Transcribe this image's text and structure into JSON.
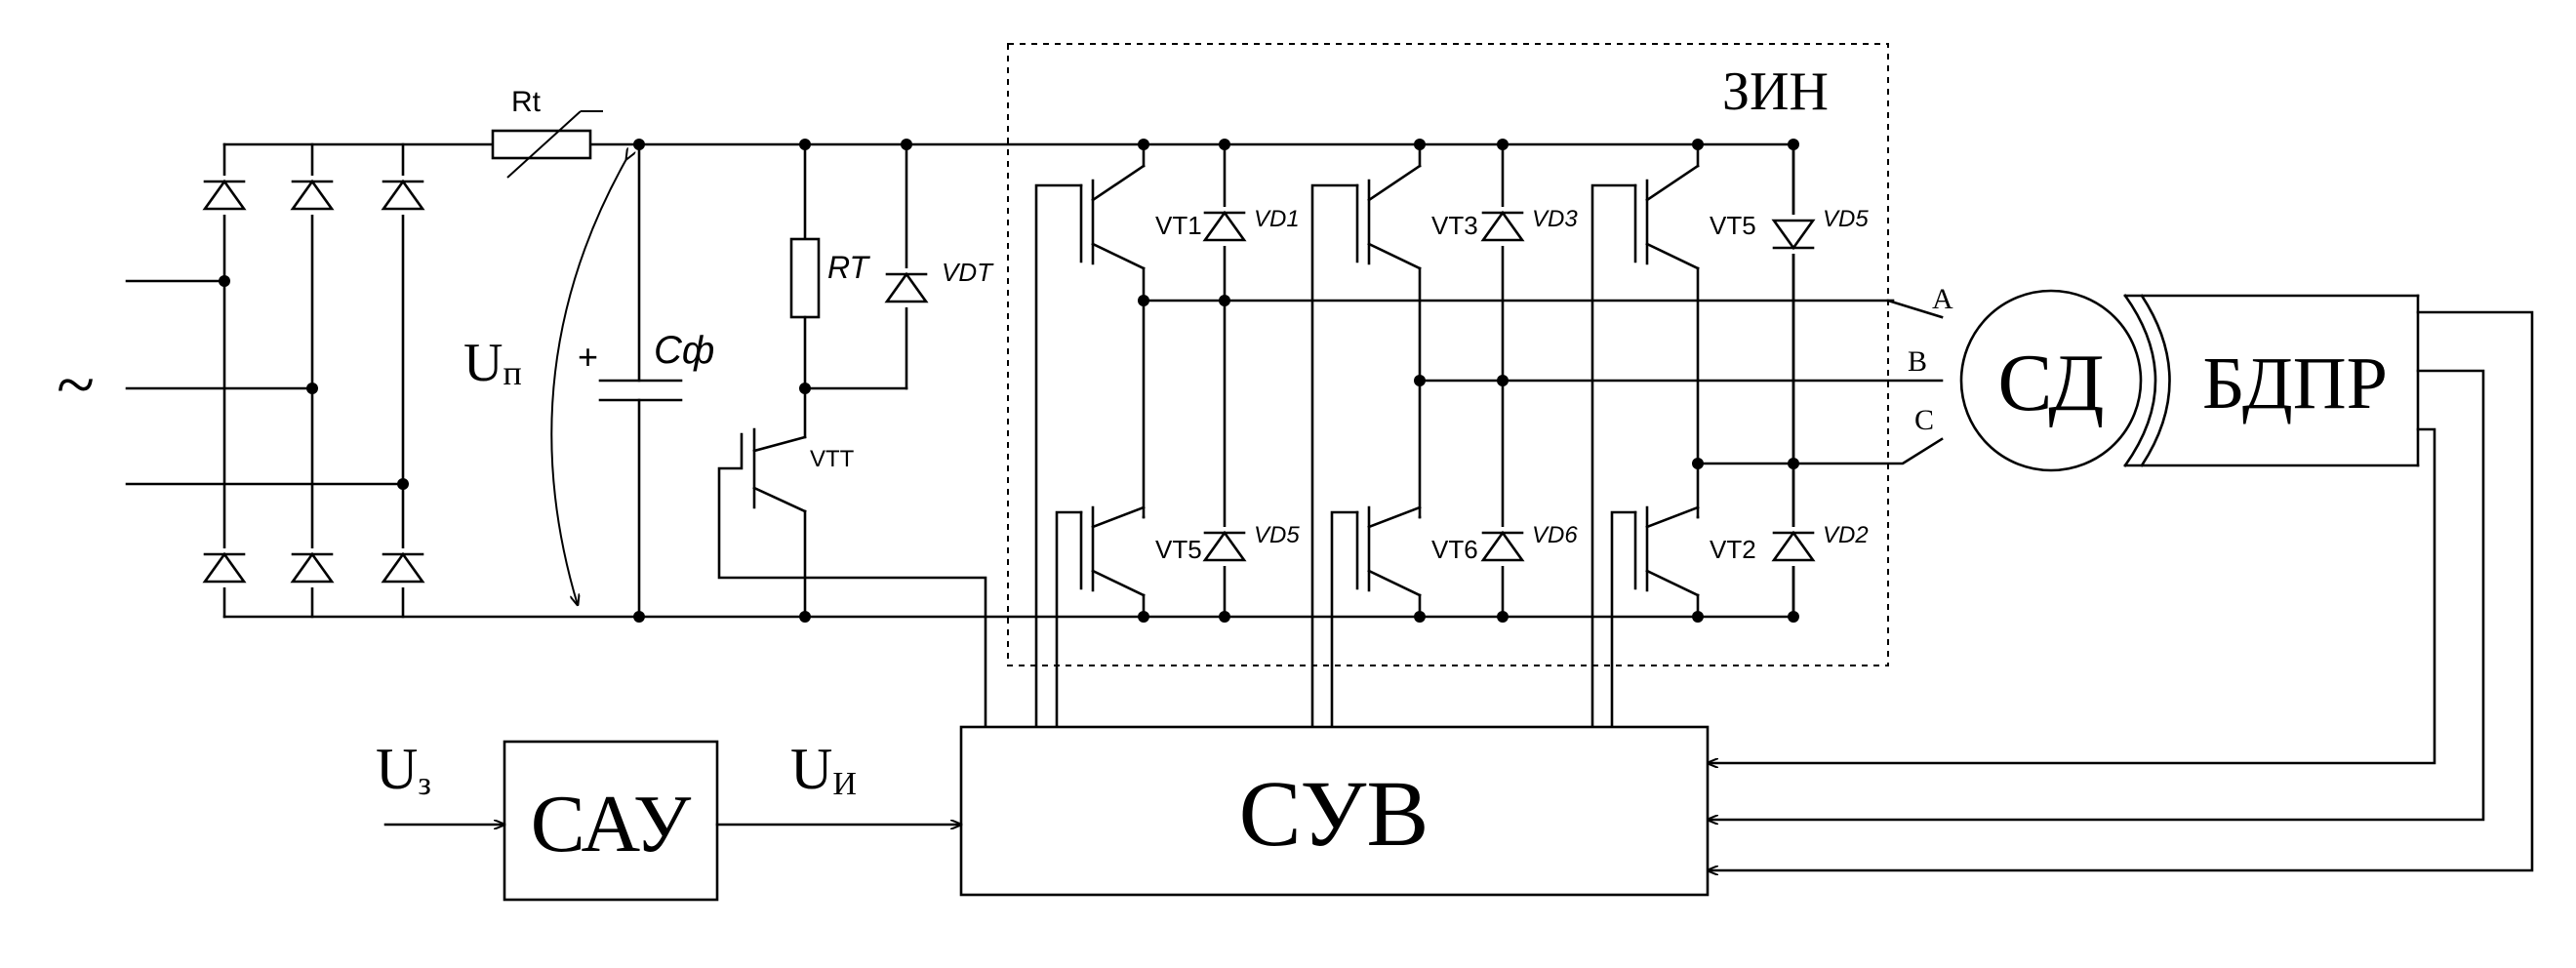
{
  "title": "ЗИН",
  "source": {
    "symbol": "~"
  },
  "rt_label": "Rt",
  "up_label": "U",
  "up_sub": "п",
  "cap_label": "Cф",
  "cap_plus": "+",
  "rt2_label": "RT",
  "vdt_label": "VDT",
  "vtt_label": "VTT",
  "inverter": {
    "upper_transistors": [
      "VT1",
      "VT3",
      "VT5"
    ],
    "upper_diodes": [
      "VD1",
      "VD3",
      "VD5"
    ],
    "lower_transistors": [
      "VT5",
      "VT6",
      "VT2"
    ],
    "lower_diodes": [
      "VD5",
      "VD6",
      "VD2"
    ]
  },
  "phases": [
    "A",
    "B",
    "C"
  ],
  "motor_label": "СД",
  "sensor_label": "БДПР",
  "controller_label": "СУВ",
  "sau_label": "САУ",
  "uz_label": "U",
  "uz_sub": "з",
  "ui_label": "U",
  "ui_sub": "И"
}
